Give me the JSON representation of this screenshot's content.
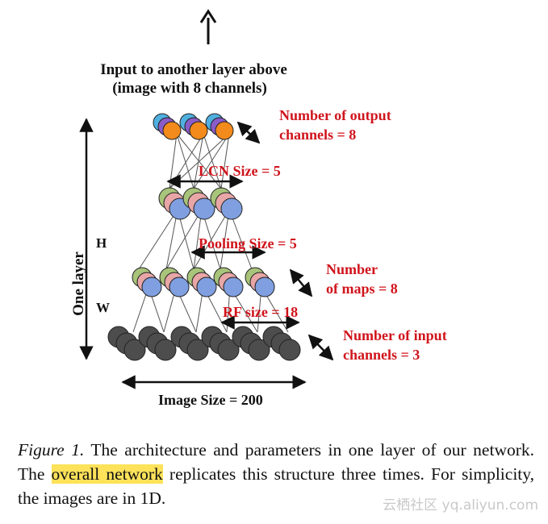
{
  "diagram": {
    "heading_line1": "Input to another layer above",
    "heading_line2": "(image with 8 channels)",
    "output_channels_line1": "Number  of output",
    "output_channels_line2": "channels = 8",
    "lcn_size": "LCN Size = 5",
    "pooling_size": "Pooling Size = 5",
    "maps_line1": "Number",
    "maps_line2": "of maps = 8",
    "rf_size": "RF size = 18",
    "input_channels_line1": "Number  of input",
    "input_channels_line2": "channels = 3",
    "image_size": "Image Size = 200",
    "one_layer": "One layer",
    "h_label": "H",
    "w_label": "W"
  },
  "caption": {
    "figure_label": "Figure 1.",
    "text_part1": " The architecture and parameters in one layer of our network.  The ",
    "highlighted": "overall network",
    "text_part2": " replicates this structure three times.  For simplicity, the images are in 1D."
  },
  "watermark": "云栖社区 yq.aliyun.com",
  "colors": {
    "label_red": "#d0141c",
    "input_neuron": "#4d4d4d",
    "map_green": "#a8c47a",
    "map_pink": "#e8a6a6",
    "map_blue": "#7f9fe0",
    "out_teal": "#4fb0e0",
    "out_purple": "#8a5cc8",
    "out_orange": "#f28a1c",
    "highlight": "#fde25a"
  }
}
